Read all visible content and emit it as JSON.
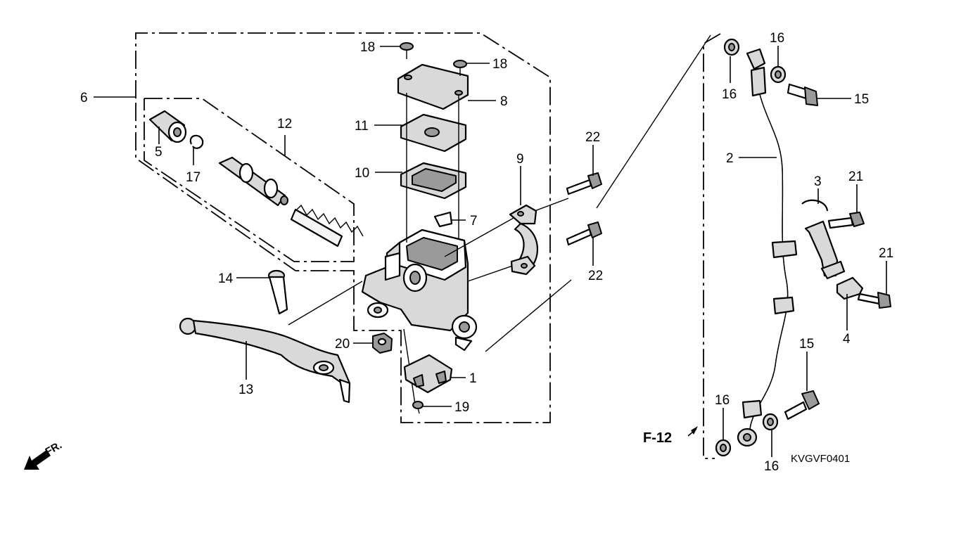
{
  "diagram_code": "KVGVF0401",
  "ref_label": "F-12",
  "direction_label": "FR.",
  "parts": {
    "p1": "1",
    "p2": "2",
    "p3": "3",
    "p4": "4",
    "p5": "5",
    "p6": "6",
    "p7": "7",
    "p8": "8",
    "p9": "9",
    "p10": "10",
    "p11": "11",
    "p12": "12",
    "p13": "13",
    "p14": "14",
    "p15": "15",
    "p16": "16",
    "p17": "17",
    "p18": "18",
    "p19": "19",
    "p20": "20",
    "p21": "21",
    "p22": "22"
  }
}
